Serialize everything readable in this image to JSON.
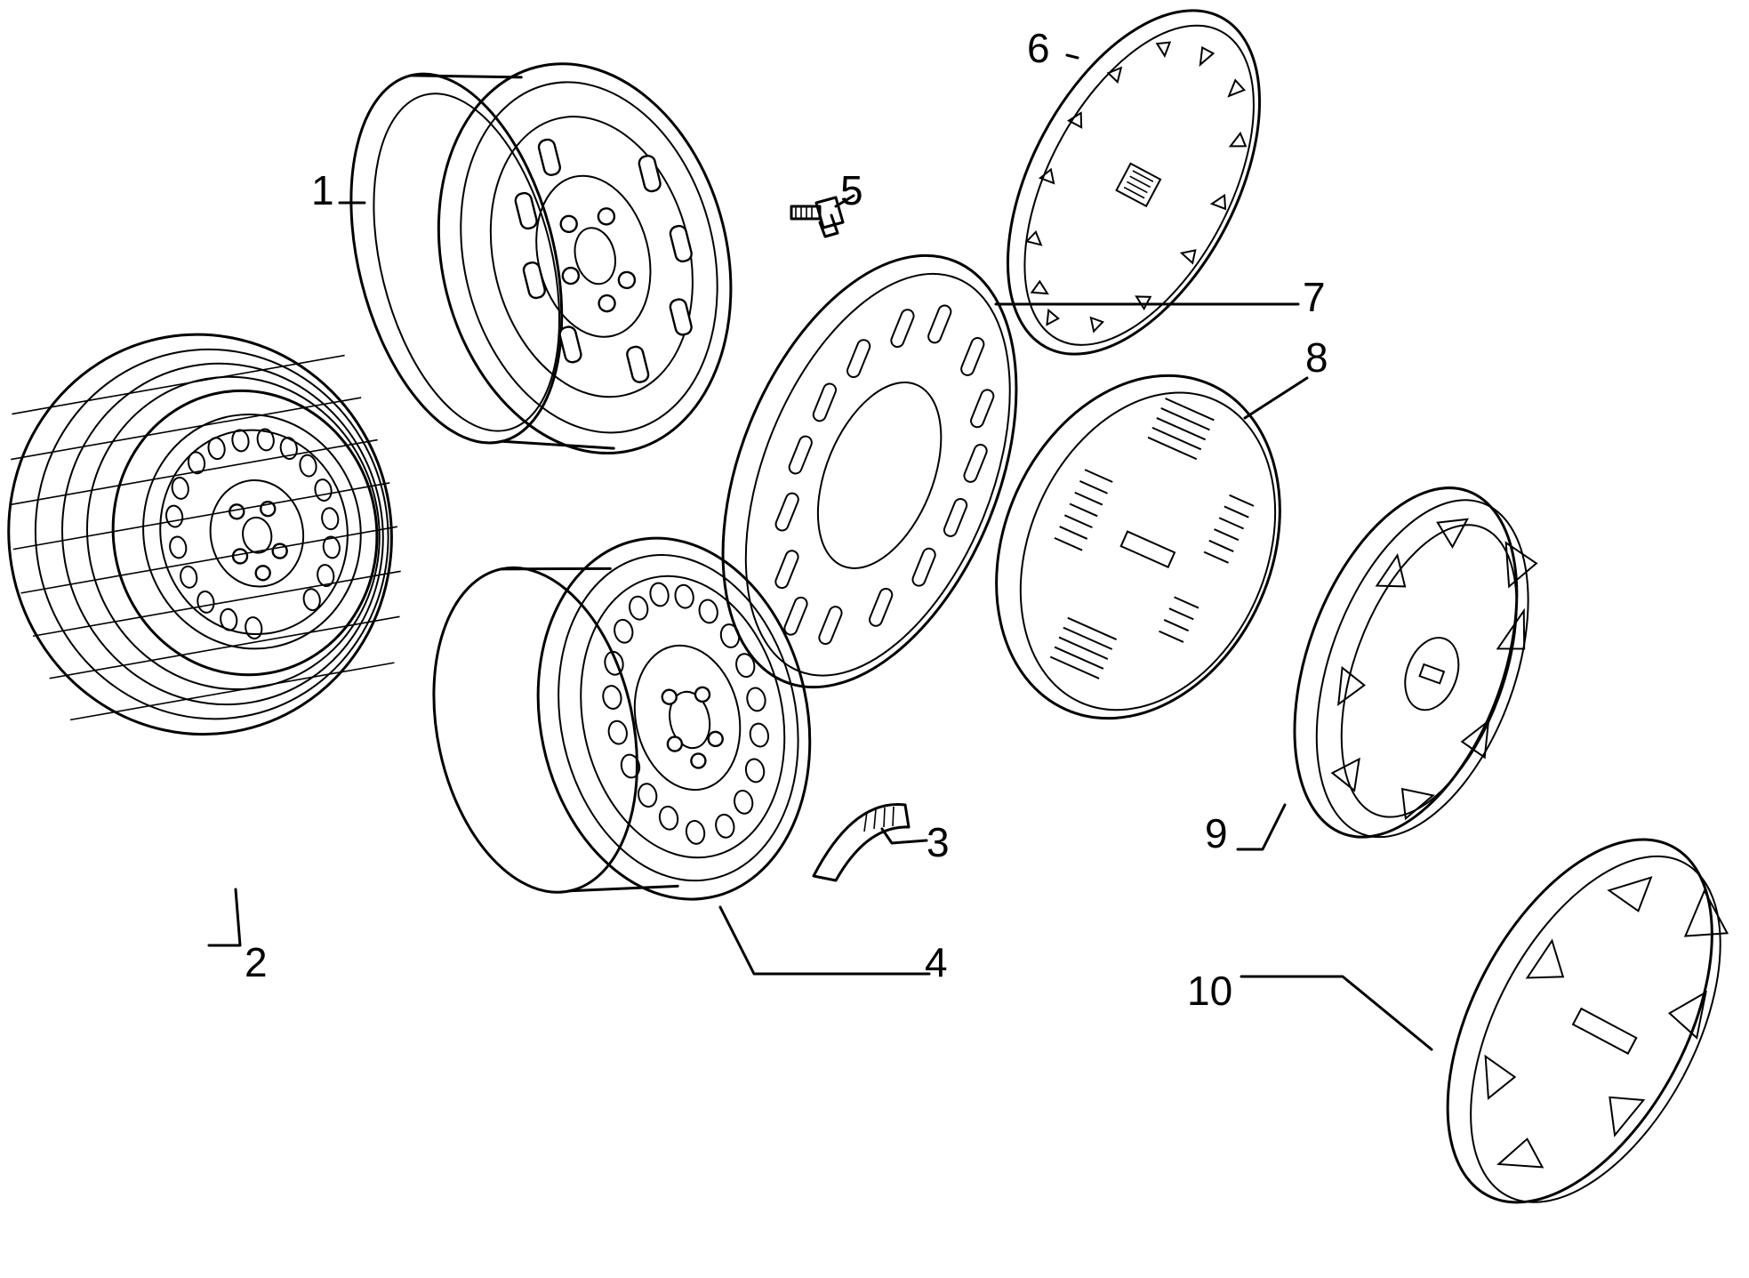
{
  "diagram": {
    "labels": [
      {
        "id": "1",
        "text": "1"
      },
      {
        "id": "2",
        "text": "2"
      },
      {
        "id": "3",
        "text": "3"
      },
      {
        "id": "4",
        "text": "4"
      },
      {
        "id": "5",
        "text": "5"
      },
      {
        "id": "6",
        "text": "6"
      },
      {
        "id": "7",
        "text": "7"
      },
      {
        "id": "8",
        "text": "8"
      },
      {
        "id": "9",
        "text": "9"
      },
      {
        "id": "10",
        "text": "10"
      }
    ],
    "colors": {
      "line": "#000000",
      "background": "#ffffff"
    }
  }
}
